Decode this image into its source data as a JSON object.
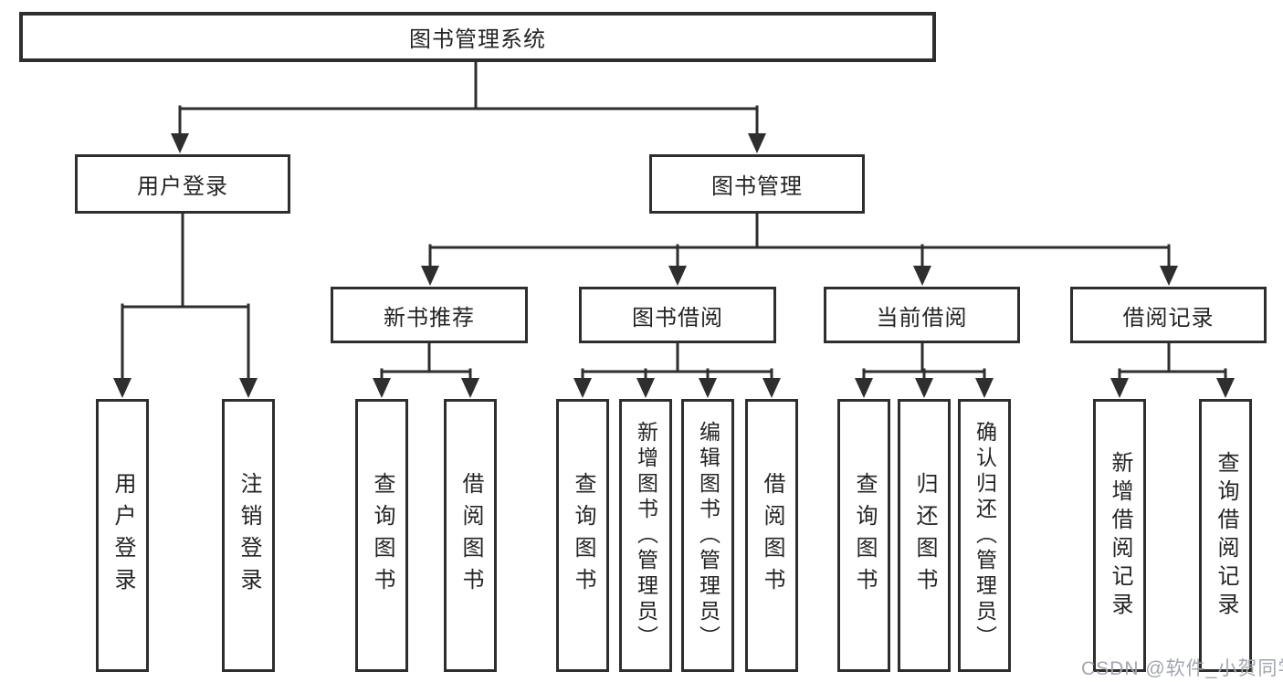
{
  "nodes": {
    "root": "图书管理系统",
    "level2": [
      "用户登录",
      "图书管理"
    ],
    "level3": [
      "新书推荐",
      "图书借阅",
      "当前借阅",
      "借阅记录"
    ],
    "login_children": [
      "用户登录",
      "注销登录"
    ],
    "recommend_children": [
      "查询图书",
      "借阅图书"
    ],
    "borrow_children": [
      "查询图书",
      "新增图书（管理员）",
      "编辑图书（管理员）",
      "借阅图书"
    ],
    "current_children": [
      "查询图书",
      "归还图书",
      "确认归还（管理员）"
    ],
    "record_children": [
      "新增借阅记录",
      "查询借阅记录"
    ]
  },
  "watermark": {
    "text": "CSDN @软件_小贺同学"
  },
  "colors": {
    "line": "#2e2e2e",
    "text": "#242424",
    "watermark": "#a2a7ae",
    "background": "#ffffff"
  }
}
